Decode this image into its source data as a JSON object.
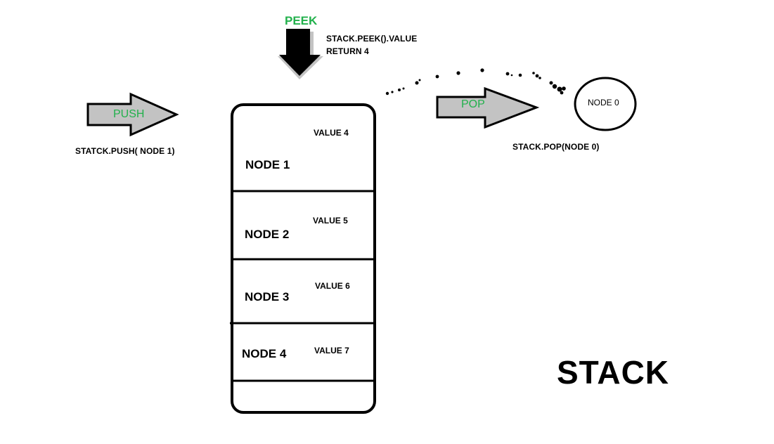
{
  "peek": {
    "label": "PEEK",
    "description_line1": "STACK.PEEK().VALUE",
    "description_line2": "RETURN 4"
  },
  "push": {
    "label": "PUSH",
    "description": "STATCK.PUSH( NODE 1)"
  },
  "pop": {
    "label": "POP",
    "description": "STACK.POP(NODE 0)",
    "popped_node": "NODE 0"
  },
  "stack": {
    "title": "STACK",
    "nodes": [
      {
        "name": "NODE 1",
        "value": "VALUE 4"
      },
      {
        "name": "NODE 2",
        "value": "VALUE 5"
      },
      {
        "name": "NODE 3",
        "value": "VALUE 6"
      },
      {
        "name": "NODE 4",
        "value": "VALUE 7"
      }
    ]
  },
  "colors": {
    "arrow_fill": "#c3c3c3",
    "label_green": "#22b14c",
    "outline": "#000000"
  }
}
